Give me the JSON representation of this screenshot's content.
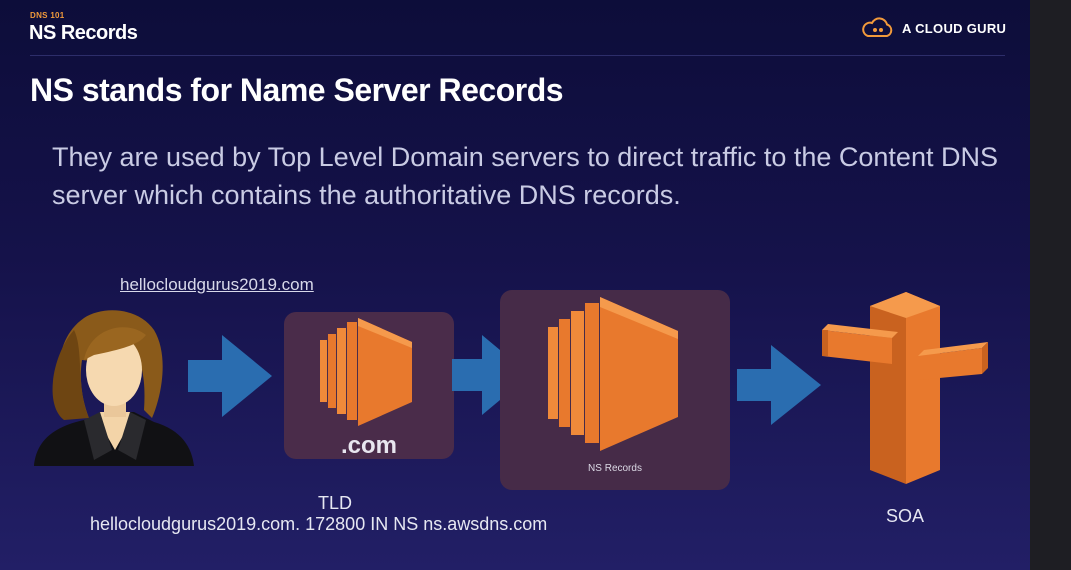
{
  "header": {
    "kicker": "DNS 101",
    "title": "NS Records",
    "brand": "A CLOUD GURU",
    "brand_icon": "cloud-guru-logo-icon"
  },
  "main": {
    "heading": "NS stands for Name Server Records",
    "body": "They are used by Top Level Domain servers to direct traffic to the Content DNS server which contains the authoritative DNS records."
  },
  "diagram": {
    "url": "hellocloudgurus2019.com",
    "tld_box_label": ".com",
    "ns_box_label": "NS Records",
    "tld_caption": "TLD",
    "record_line": "hellocloudgurus2019.com. 172800 IN NS ns.awsdns.com",
    "soa_caption": "SOA",
    "icons": [
      "user-avatar-icon",
      "arrow-right-icon",
      "server-icon",
      "route53-icon"
    ]
  },
  "colors": {
    "accent_orange": "#f29a3b",
    "arrow_blue": "#2a6db0",
    "server_orange": "#e8792d",
    "box_purple": "#4a2c4a"
  }
}
